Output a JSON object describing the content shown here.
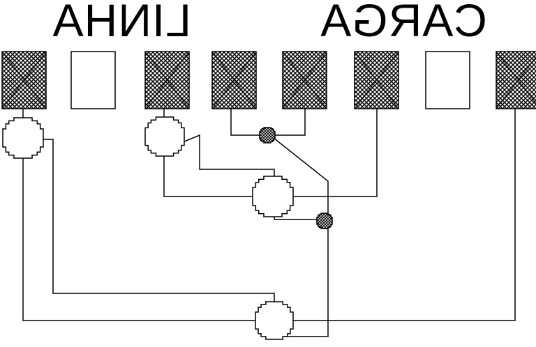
{
  "labels": {
    "left": "LINHA",
    "right": "CARGA"
  },
  "terminals": [
    {
      "id": "t1",
      "filled": true
    },
    {
      "id": "t2",
      "filled": false
    },
    {
      "id": "t3",
      "filled": true
    },
    {
      "id": "t4",
      "filled": true
    },
    {
      "id": "t5",
      "filled": true
    },
    {
      "id": "t6",
      "filled": true
    },
    {
      "id": "t7",
      "filled": false
    },
    {
      "id": "t8",
      "filled": true
    }
  ],
  "colors": {
    "ink": "#000000",
    "background": "#ffffff"
  }
}
